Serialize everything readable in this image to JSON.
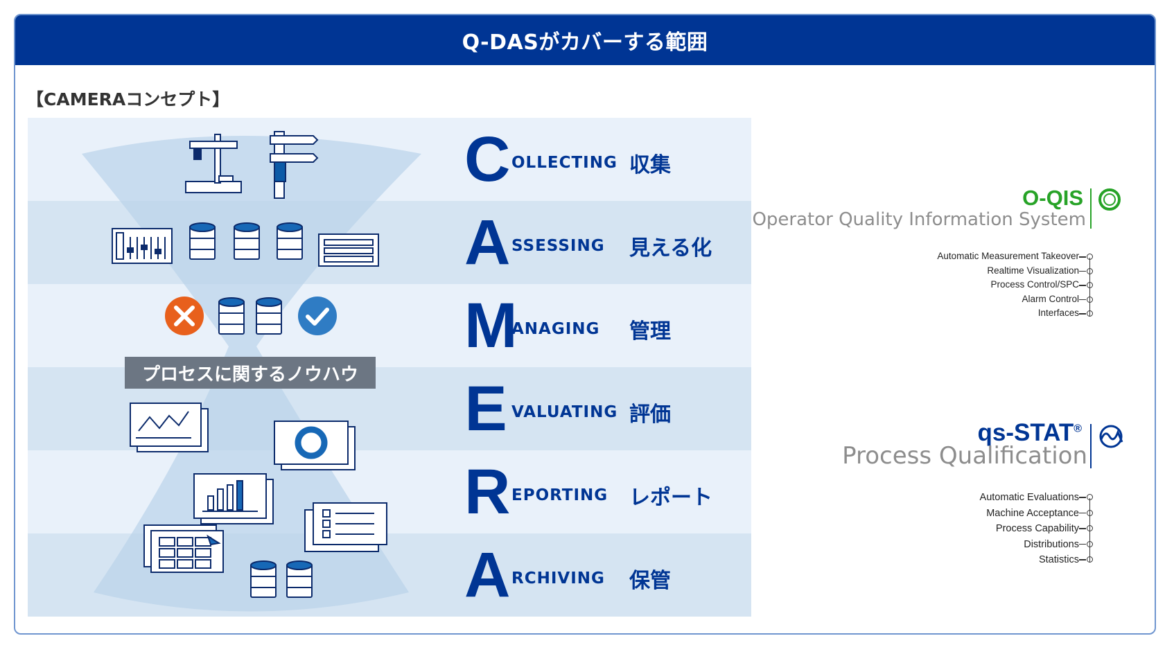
{
  "header": {
    "title": "Q-DASがカバーする範囲"
  },
  "concept_label": "【CAMERAコンセプト】",
  "camera_rows": [
    {
      "letter": "C",
      "rest": "OLLECTING",
      "japanese": "収集"
    },
    {
      "letter": "A",
      "rest": "SSESSING",
      "japanese": "見える化"
    },
    {
      "letter": "M",
      "rest": "ANAGING",
      "japanese": "管理"
    },
    {
      "letter": "E",
      "rest": "VALUATING",
      "japanese": "評価"
    },
    {
      "letter": "R",
      "rest": "EPORTING",
      "japanese": "レポート"
    },
    {
      "letter": "A",
      "rest": "RCHIVING",
      "japanese": "保管"
    }
  ],
  "knowhow_label": "プロセスに関するノウハウ",
  "qqis": {
    "name": "O-QIS",
    "subtitle": "Operator Quality Information System",
    "features": [
      "Automatic Measurement Takeover",
      "Realtime Visualization",
      "Process Control/SPC",
      "Alarm Control",
      "Interfaces"
    ],
    "color": "#27a327"
  },
  "qsstat": {
    "name": "qs-STAT",
    "registered": "®",
    "subtitle": "Process Qualification",
    "features": [
      "Automatic Evaluations",
      "Machine Acceptance",
      "Process Capability",
      "Distributions",
      "Statistics"
    ],
    "color": "#003594"
  },
  "colors": {
    "brand_blue": "#003594",
    "band_light": "#e9f1fa",
    "band_dark": "#d5e4f2",
    "funnel": "#b9d3ea",
    "error_orange": "#e8601c",
    "check_blue": "#2f7cc4"
  }
}
